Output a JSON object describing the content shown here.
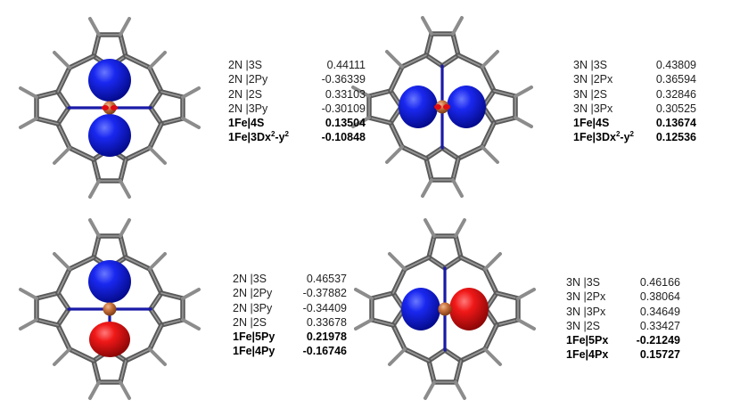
{
  "panels": [
    {
      "id": "top-left",
      "rows": [
        {
          "orbital": "2N |3S",
          "coef": "0.44111",
          "bold": false
        },
        {
          "orbital": "2N |2Py",
          "coef": "-0.36339",
          "bold": false
        },
        {
          "orbital": "2N |2S",
          "coef": "0.33103",
          "bold": false
        },
        {
          "orbital": "2N |3Py",
          "coef": "-0.30109",
          "bold": false
        },
        {
          "orbital": "1Fe|4S",
          "coef": "0.13504",
          "bold": true
        },
        {
          "orbital": "1Fe|3Dx",
          "sup": "2",
          "tail": "-y",
          "sup2": "2",
          "coef": "-0.10848",
          "bold": true
        }
      ],
      "lobes": [
        {
          "color": "#0a14d8",
          "role": "upper"
        },
        {
          "color": "#0a14d8",
          "role": "lower"
        }
      ]
    },
    {
      "id": "top-right",
      "rows": [
        {
          "orbital": "3N |3S",
          "coef": "0.43809",
          "bold": false
        },
        {
          "orbital": "3N |2Px",
          "coef": "0.36594",
          "bold": false
        },
        {
          "orbital": "3N |2S",
          "coef": "0.32846",
          "bold": false
        },
        {
          "orbital": "3N |3Px",
          "coef": "0.30525",
          "bold": false
        },
        {
          "orbital": "1Fe|4S",
          "coef": "0.13674",
          "bold": true
        },
        {
          "orbital": "1Fe|3Dx",
          "sup": "2",
          "tail": "-y",
          "sup2": "2",
          "coef": "0.12536",
          "bold": true
        }
      ],
      "lobes": [
        {
          "color": "#0a14d8",
          "role": "left"
        },
        {
          "color": "#0a14d8",
          "role": "right"
        }
      ]
    },
    {
      "id": "bottom-left",
      "rows": [
        {
          "orbital": "2N |3S",
          "coef": "0.46537",
          "bold": false
        },
        {
          "orbital": "2N |2Py",
          "coef": "-0.37882",
          "bold": false
        },
        {
          "orbital": "2N |3Py",
          "coef": "-0.34409",
          "bold": false
        },
        {
          "orbital": "2N |2S",
          "coef": "0.33678",
          "bold": false
        },
        {
          "orbital": "1Fe|5Py",
          "coef": "0.21978",
          "bold": true
        },
        {
          "orbital": "1Fe|4Py",
          "coef": "-0.16746",
          "bold": true
        }
      ],
      "lobes": [
        {
          "color": "#0a14d8",
          "role": "upper"
        },
        {
          "color": "#e00c12",
          "role": "lower"
        }
      ]
    },
    {
      "id": "bottom-right",
      "rows": [
        {
          "orbital": "3N |3S",
          "coef": "0.46166",
          "bold": false
        },
        {
          "orbital": "3N |2Px",
          "coef": "0.38064",
          "bold": false
        },
        {
          "orbital": "3N |3Px",
          "coef": "0.34649",
          "bold": false
        },
        {
          "orbital": "3N |2S",
          "coef": "0.33427",
          "bold": false
        },
        {
          "orbital": "1Fe|5Px",
          "coef": "-0.21249",
          "bold": true
        },
        {
          "orbital": "1Fe|4Px",
          "coef": "0.15727",
          "bold": true
        }
      ],
      "lobes": [
        {
          "color": "#0a14d8",
          "role": "left"
        },
        {
          "color": "#e00c12",
          "role": "right"
        }
      ]
    }
  ],
  "colors": {
    "carbon": "#5a5a5a",
    "hydrogen": "#8c8c8c",
    "nitrogen": "#1a1aa8",
    "iron": "#c8703a",
    "oxygen_red": "#e00c12",
    "lobe_blue": "#0a14d8"
  }
}
